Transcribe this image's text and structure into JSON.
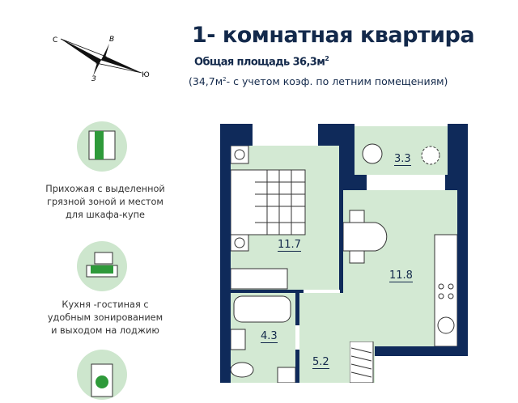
{
  "header": {
    "title": "1- комнатная  квартира",
    "area_label": "Общая площадь 36,3м",
    "area_sup": "2",
    "coef_prefix": "(34,7м",
    "coef_sup": "2",
    "coef_suffix": "- с учетом коэф. по летним помещениям)"
  },
  "compass": {
    "n": "С",
    "e": "В",
    "s": "Ю",
    "w": "З"
  },
  "features": [
    {
      "icon": "wardrobe-icon",
      "text": "Прихожая с выделенной грязной зоной  и местом для шкафа-купе"
    },
    {
      "icon": "living-room-icon",
      "text": "Кухня -гостиная с удобным зонированием и выходом на лоджию"
    },
    {
      "icon": "washing-machine-icon",
      "text": ""
    }
  ],
  "rooms": {
    "bedroom": "11.7",
    "balcony": "3.3",
    "kitchen": "11.8",
    "bathroom": "4.3",
    "hall": "5.2"
  },
  "colors": {
    "wall": "#0f2a5a",
    "room": "#d3e9d3",
    "accent": "#2e9a3a",
    "title": "#13294b"
  }
}
